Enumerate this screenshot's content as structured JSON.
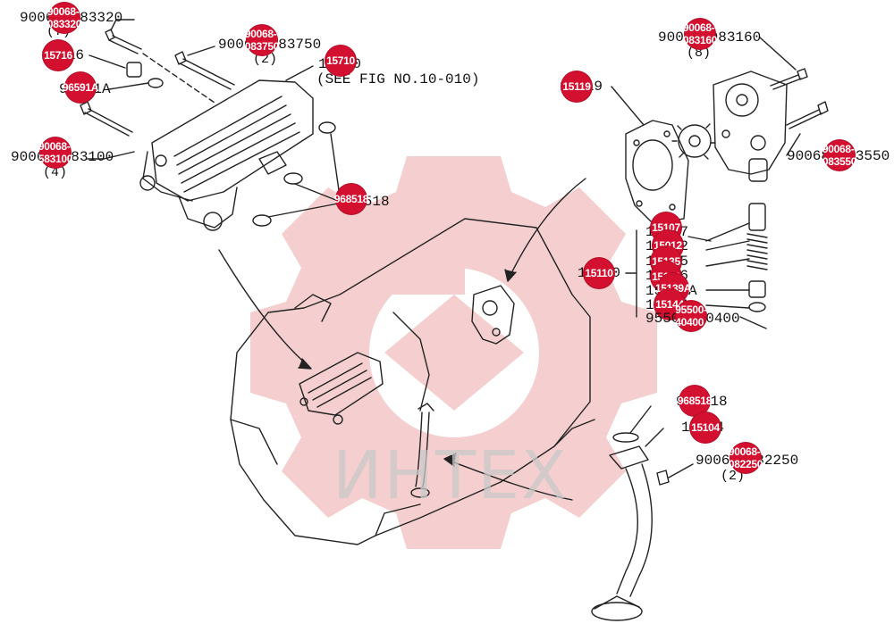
{
  "watermark": {
    "text": "ИНТЕХ",
    "color": "#e8242c"
  },
  "colors": {
    "line": "#222222",
    "badge": "#d3102f",
    "watermark_gear": "#f3c8c8"
  },
  "labels": [
    {
      "id": "l1",
      "text": "90068-083320",
      "qty": "(7)",
      "badge": "90068-083320"
    },
    {
      "id": "l2",
      "text": "15716",
      "badge": "15716"
    },
    {
      "id": "l3",
      "text": "96591A",
      "badge": "96591A"
    },
    {
      "id": "l4",
      "text": "90068-083750",
      "qty": "(2)",
      "badge": "90068-083750"
    },
    {
      "id": "l5",
      "text": "15710",
      "note": "(SEE FIG NO.10-010)",
      "badge": "15710"
    },
    {
      "id": "l6",
      "text": "90068-583100",
      "qty": "(4)",
      "badge": "90068-583100"
    },
    {
      "id": "l7",
      "text": "968518",
      "badge": "968518"
    },
    {
      "id": "l8",
      "text": "90068-083160",
      "qty": "(8)",
      "badge": "90068-083160"
    },
    {
      "id": "l9",
      "text": "15119",
      "badge": "15119"
    },
    {
      "id": "l10",
      "text": "90068-083550",
      "badge": "90068-083550"
    },
    {
      "id": "l11",
      "text": "15110",
      "badge": "15110"
    },
    {
      "id": "l12",
      "text": "15107",
      "badge": "15107"
    },
    {
      "id": "l13",
      "text": "15012",
      "badge": "15012"
    },
    {
      "id": "l14",
      "text": "15135",
      "badge": "15135"
    },
    {
      "id": "l15",
      "text": "15136",
      "badge": "15136"
    },
    {
      "id": "l16",
      "text": "15139A",
      "badge": "15139A"
    },
    {
      "id": "l17",
      "text": "15144",
      "badge": "15144"
    },
    {
      "id": "l18",
      "text": "95500-40400",
      "badge": "95500-40400"
    },
    {
      "id": "l19",
      "text": "968518",
      "badge": "968518"
    },
    {
      "id": "l20",
      "text": "15104",
      "badge": "15104"
    },
    {
      "id": "l21",
      "text": "90068-082250",
      "qty": "(2)",
      "badge": "90068-082250"
    }
  ]
}
